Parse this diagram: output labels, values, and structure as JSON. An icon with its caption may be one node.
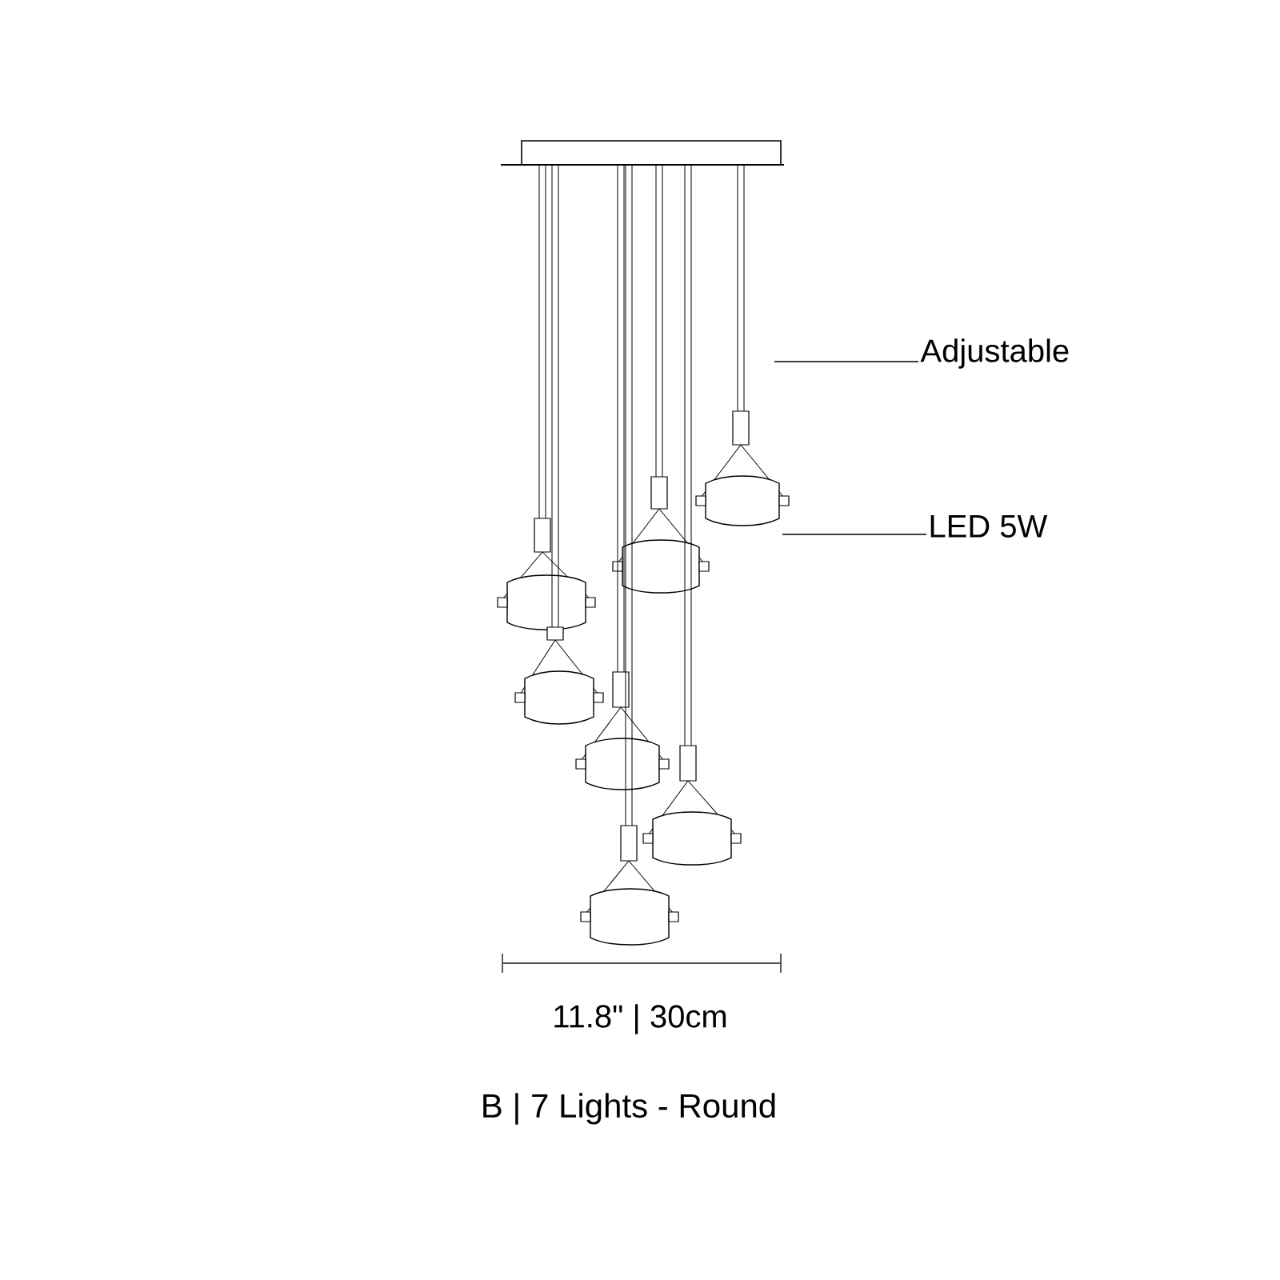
{
  "diagram": {
    "caption": "B | 7 Lights - Round",
    "nodes": [
      {
        "text": [
          "Adjustable"
        ]
      },
      {
        "text": [
          "LED 5W"
        ]
      }
    ],
    "edges": [
      {
        "from": 0,
        "to": null,
        "arrow": "none"
      },
      {
        "from": 1,
        "to": null,
        "arrow": "none"
      }
    ],
    "labels": [
      "11.8\" | 30cm"
    ]
  }
}
